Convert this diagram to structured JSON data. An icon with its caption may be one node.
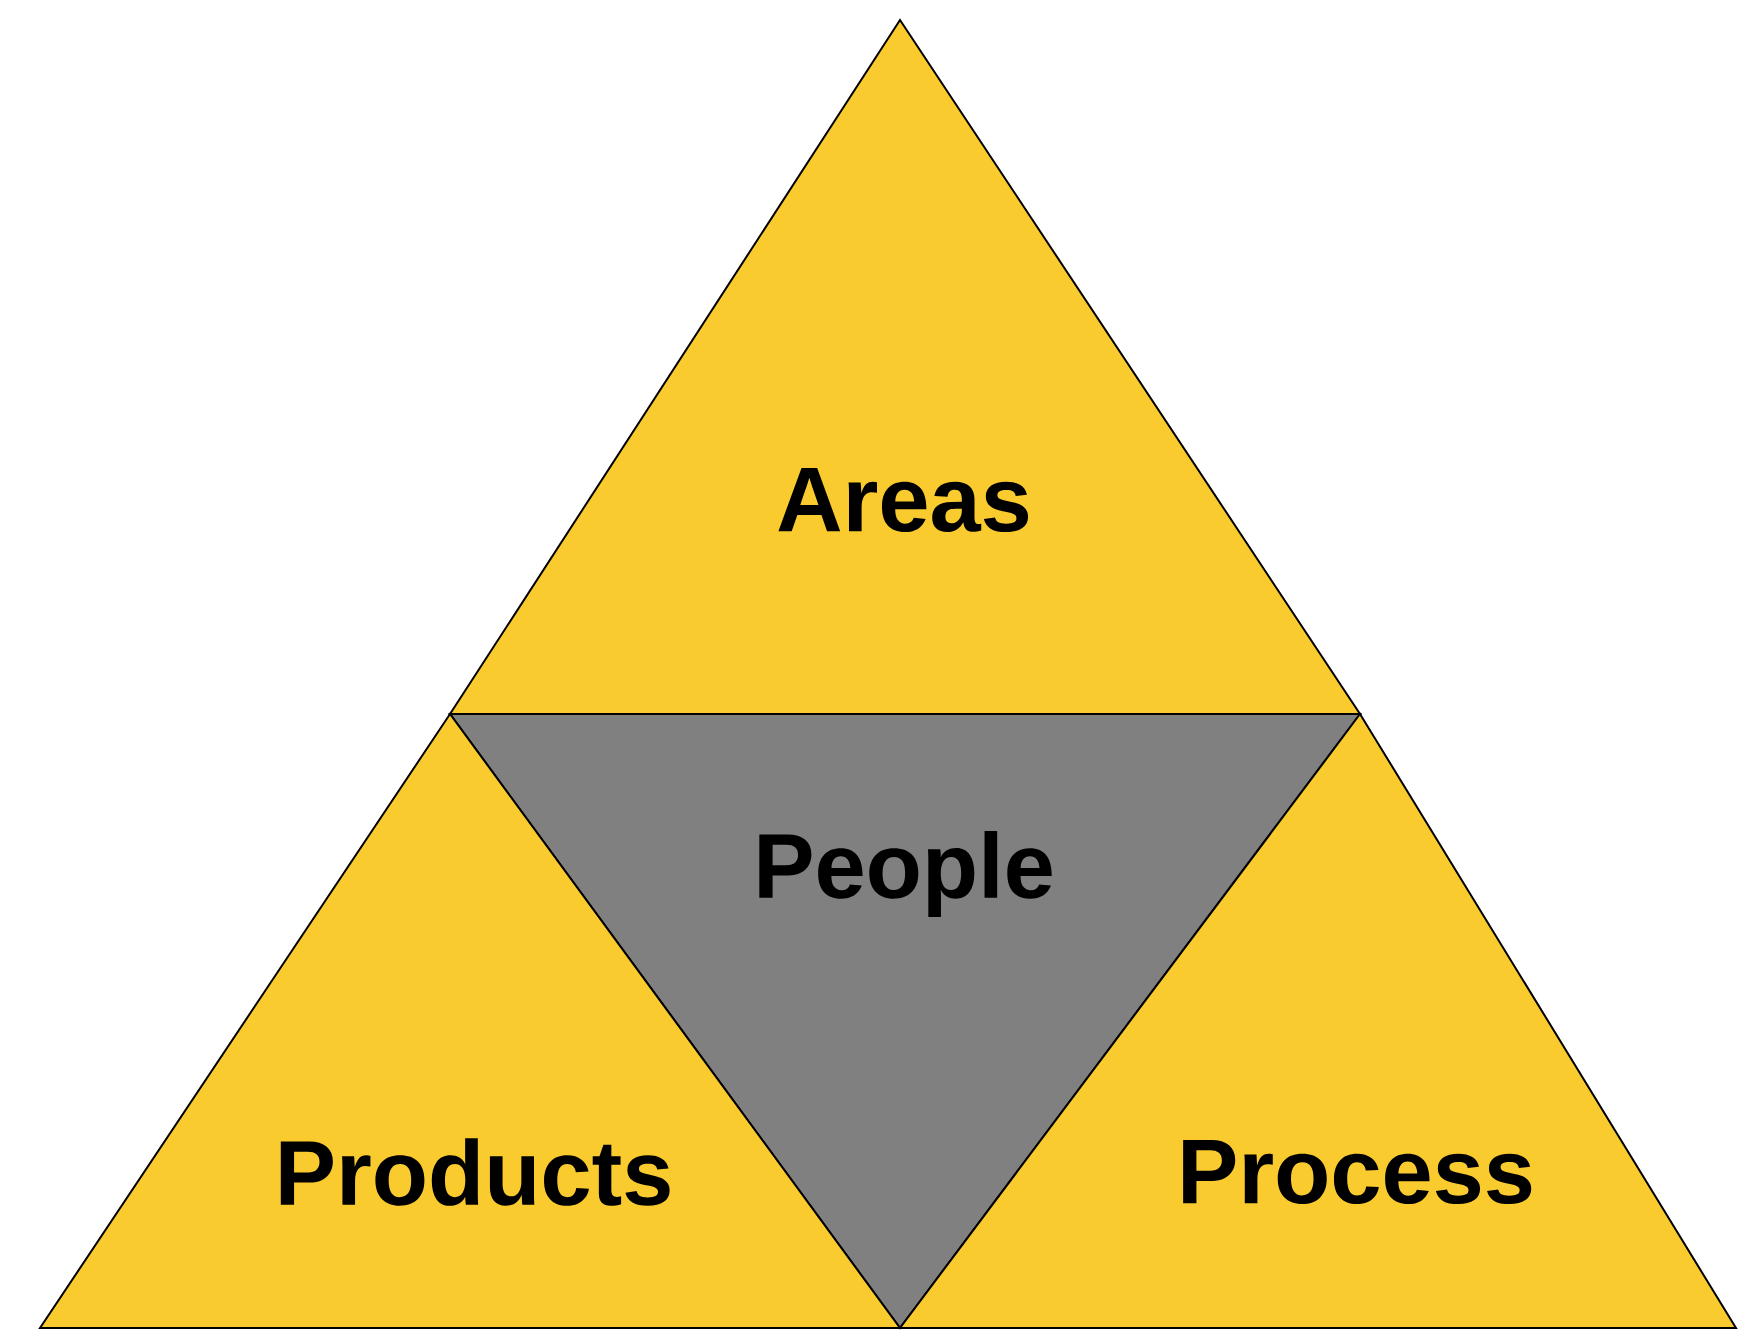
{
  "diagram": {
    "nodes": [
      {
        "text": [
          "Areas"
        ]
      },
      {
        "text": [
          "People"
        ]
      },
      {
        "text": [
          "Products"
        ]
      },
      {
        "text": [
          "Process"
        ]
      }
    ]
  }
}
